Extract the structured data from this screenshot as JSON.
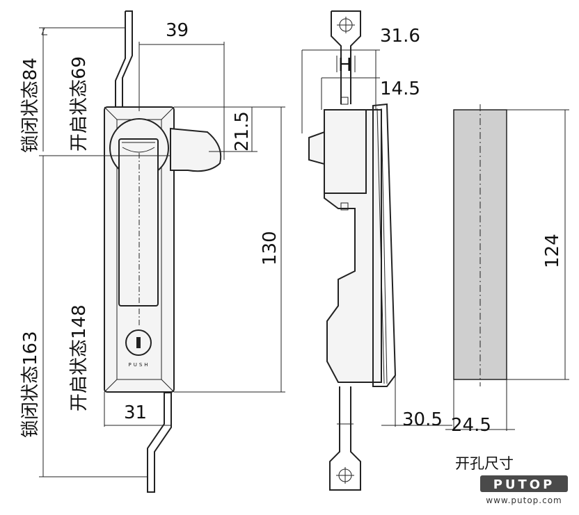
{
  "labels": {
    "left_locked": "锁闭状态84",
    "left_open": "开启状态69",
    "left_locked_total": "锁闭状态163",
    "left_open_total": "开启状态148",
    "dim_39": "39",
    "dim_21_5": "21.5",
    "dim_130": "130",
    "dim_31": "31",
    "dim_31_6": "31.6",
    "dim_H": "H",
    "dim_14_5": "14.5",
    "dim_30_5": "30.5",
    "dim_24_5": "24.5",
    "dim_124": "124",
    "cutout_caption": "开孔尺寸",
    "push_text": "PUSH",
    "logo_text": "PUTOP",
    "watermark_url": "www.putop.com"
  },
  "colors": {
    "line": "#222222",
    "cutout_fill": "#cfcfcf",
    "logo_bg": "#4a4a4a"
  }
}
